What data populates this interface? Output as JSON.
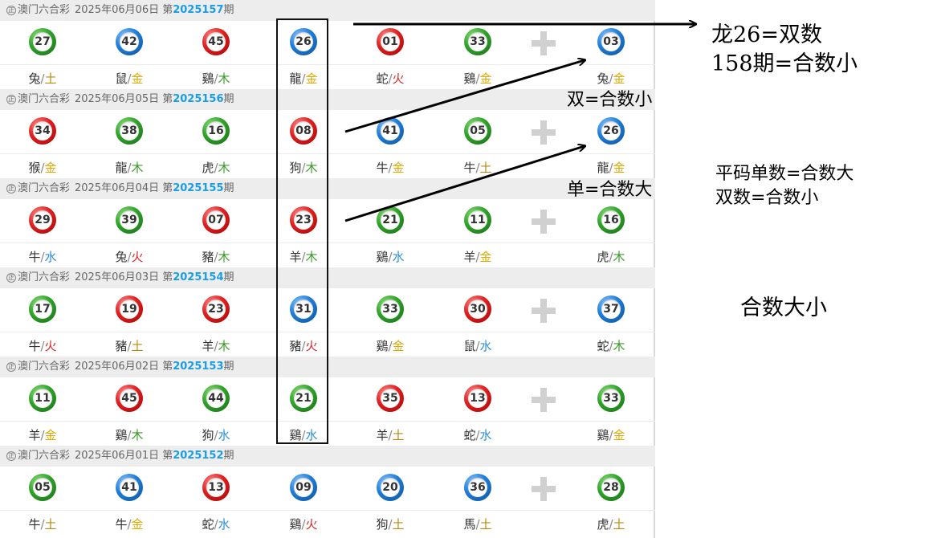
{
  "draws": [
    {
      "lottery": "澳门六合彩",
      "date": "2025年06月06日",
      "issue_prefix": "第",
      "issue": "2025157",
      "issue_suffix": "期",
      "numbers": [
        {
          "n": "27",
          "color": "green",
          "zodiac": "兔",
          "element": "土"
        },
        {
          "n": "42",
          "color": "blue",
          "zodiac": "鼠",
          "element": "金"
        },
        {
          "n": "45",
          "color": "red",
          "zodiac": "鷄",
          "element": "木"
        },
        {
          "n": "26",
          "color": "blue",
          "zodiac": "龍",
          "element": "金"
        },
        {
          "n": "01",
          "color": "red",
          "zodiac": "蛇",
          "element": "火"
        },
        {
          "n": "33",
          "color": "green",
          "zodiac": "鷄",
          "element": "金"
        }
      ],
      "special": {
        "n": "03",
        "color": "blue",
        "zodiac": "兔",
        "element": "金"
      }
    },
    {
      "lottery": "澳门六合彩",
      "date": "2025年06月05日",
      "issue_prefix": "第",
      "issue": "2025156",
      "issue_suffix": "期",
      "numbers": [
        {
          "n": "34",
          "color": "red",
          "zodiac": "猴",
          "element": "金"
        },
        {
          "n": "38",
          "color": "green",
          "zodiac": "龍",
          "element": "木"
        },
        {
          "n": "16",
          "color": "green",
          "zodiac": "虎",
          "element": "木"
        },
        {
          "n": "08",
          "color": "red",
          "zodiac": "狗",
          "element": "木"
        },
        {
          "n": "41",
          "color": "blue",
          "zodiac": "牛",
          "element": "金"
        },
        {
          "n": "05",
          "color": "green",
          "zodiac": "牛",
          "element": "土"
        }
      ],
      "special": {
        "n": "26",
        "color": "blue",
        "zodiac": "龍",
        "element": "金"
      }
    },
    {
      "lottery": "澳门六合彩",
      "date": "2025年06月04日",
      "issue_prefix": "第",
      "issue": "2025155",
      "issue_suffix": "期",
      "numbers": [
        {
          "n": "29",
          "color": "red",
          "zodiac": "牛",
          "element": "水"
        },
        {
          "n": "39",
          "color": "green",
          "zodiac": "兔",
          "element": "火"
        },
        {
          "n": "07",
          "color": "red",
          "zodiac": "豬",
          "element": "木"
        },
        {
          "n": "23",
          "color": "red",
          "zodiac": "羊",
          "element": "木"
        },
        {
          "n": "21",
          "color": "green",
          "zodiac": "鷄",
          "element": "水"
        },
        {
          "n": "11",
          "color": "green",
          "zodiac": "羊",
          "element": "金"
        }
      ],
      "special": {
        "n": "16",
        "color": "green",
        "zodiac": "虎",
        "element": "木"
      }
    },
    {
      "lottery": "澳门六合彩",
      "date": "2025年06月03日",
      "issue_prefix": "第",
      "issue": "2025154",
      "issue_suffix": "期",
      "numbers": [
        {
          "n": "17",
          "color": "green",
          "zodiac": "牛",
          "element": "火"
        },
        {
          "n": "19",
          "color": "red",
          "zodiac": "豬",
          "element": "土"
        },
        {
          "n": "23",
          "color": "red",
          "zodiac": "羊",
          "element": "木"
        },
        {
          "n": "31",
          "color": "blue",
          "zodiac": "豬",
          "element": "火"
        },
        {
          "n": "33",
          "color": "green",
          "zodiac": "鷄",
          "element": "金"
        },
        {
          "n": "30",
          "color": "red",
          "zodiac": "鼠",
          "element": "水"
        }
      ],
      "special": {
        "n": "37",
        "color": "blue",
        "zodiac": "蛇",
        "element": "木"
      }
    },
    {
      "lottery": "澳门六合彩",
      "date": "2025年06月02日",
      "issue_prefix": "第",
      "issue": "2025153",
      "issue_suffix": "期",
      "numbers": [
        {
          "n": "11",
          "color": "green",
          "zodiac": "羊",
          "element": "金"
        },
        {
          "n": "45",
          "color": "red",
          "zodiac": "鷄",
          "element": "木"
        },
        {
          "n": "44",
          "color": "green",
          "zodiac": "狗",
          "element": "水"
        },
        {
          "n": "21",
          "color": "green",
          "zodiac": "鷄",
          "element": "水"
        },
        {
          "n": "35",
          "color": "red",
          "zodiac": "羊",
          "element": "土"
        },
        {
          "n": "13",
          "color": "red",
          "zodiac": "蛇",
          "element": "水"
        }
      ],
      "special": {
        "n": "33",
        "color": "green",
        "zodiac": "鷄",
        "element": "金"
      }
    },
    {
      "lottery": "澳门六合彩",
      "date": "2025年06月01日",
      "issue_prefix": "第",
      "issue": "2025152",
      "issue_suffix": "期",
      "numbers": [
        {
          "n": "05",
          "color": "green",
          "zodiac": "牛",
          "element": "土"
        },
        {
          "n": "41",
          "color": "blue",
          "zodiac": "牛",
          "element": "金"
        },
        {
          "n": "13",
          "color": "red",
          "zodiac": "蛇",
          "element": "水"
        },
        {
          "n": "09",
          "color": "blue",
          "zodiac": "鷄",
          "element": "火"
        },
        {
          "n": "20",
          "color": "blue",
          "zodiac": "狗",
          "element": "土"
        },
        {
          "n": "36",
          "color": "blue",
          "zodiac": "馬",
          "element": "土"
        }
      ],
      "special": {
        "n": "28",
        "color": "green",
        "zodiac": "虎",
        "element": "土"
      }
    }
  ],
  "logo_glyph": "正",
  "annotations": {
    "note1_line1": "龙26=双数",
    "note1_line2": "158期=合数小",
    "note2": "双=合数小",
    "note3": "单=合数大",
    "note4_line1": "平码单数=合数大",
    "note4_line2": "双数=合数小",
    "note5": "合数大小"
  },
  "colors": {
    "issue_number": "#1a9de6",
    "header_bg": "#ededed",
    "element_gold": "#e0a800",
    "element_wood": "#3a9a2a",
    "element_water": "#2a8fd6",
    "element_fire": "#d52a2a",
    "element_earth": "#b88a12"
  }
}
